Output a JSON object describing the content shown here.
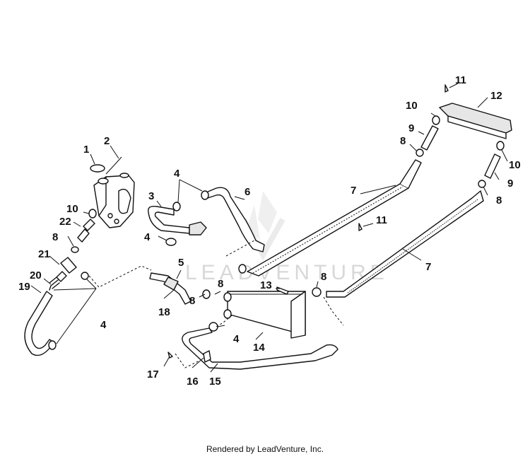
{
  "watermark": "LEADVENTURE",
  "footer": "Rendered by LeadVenture, Inc.",
  "callouts": [
    "1",
    "2",
    "3",
    "4",
    "4",
    "4",
    "4",
    "5",
    "6",
    "7",
    "7",
    "8",
    "8",
    "8",
    "8",
    "8",
    "8",
    "9",
    "9",
    "10",
    "10",
    "10",
    "11",
    "11",
    "12",
    "13",
    "14",
    "15",
    "16",
    "17",
    "18",
    "19",
    "20",
    "21",
    "22"
  ]
}
